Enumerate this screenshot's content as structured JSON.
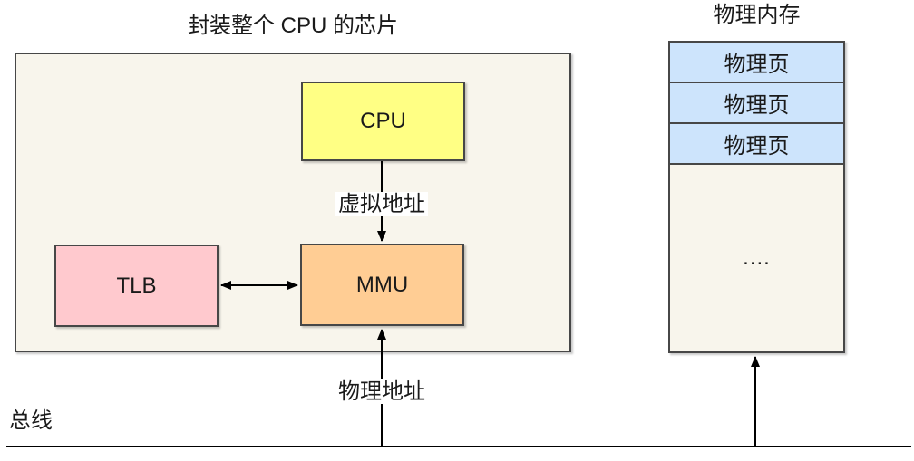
{
  "diagram": {
    "chip": {
      "title": "封装整个 CPU 的芯片",
      "cpu_label": "CPU",
      "tlb_label": "TLB",
      "mmu_label": "MMU"
    },
    "arrows": {
      "virtual_address_label": "虚拟地址",
      "physical_address_label": "物理地址"
    },
    "bus": {
      "label": "总线"
    },
    "memory": {
      "title": "物理内存",
      "pages": [
        "物理页",
        "物理页",
        "物理页"
      ],
      "ellipsis": "...."
    },
    "colors": {
      "chip_fill": "#F8F5EC",
      "cpu_fill": "#FFFF84",
      "tlb_fill": "#FFC9CE",
      "mmu_fill": "#FFCD94",
      "memory_page_fill": "#CDE4FC",
      "border": "#474747",
      "arrow": "#000000"
    }
  }
}
